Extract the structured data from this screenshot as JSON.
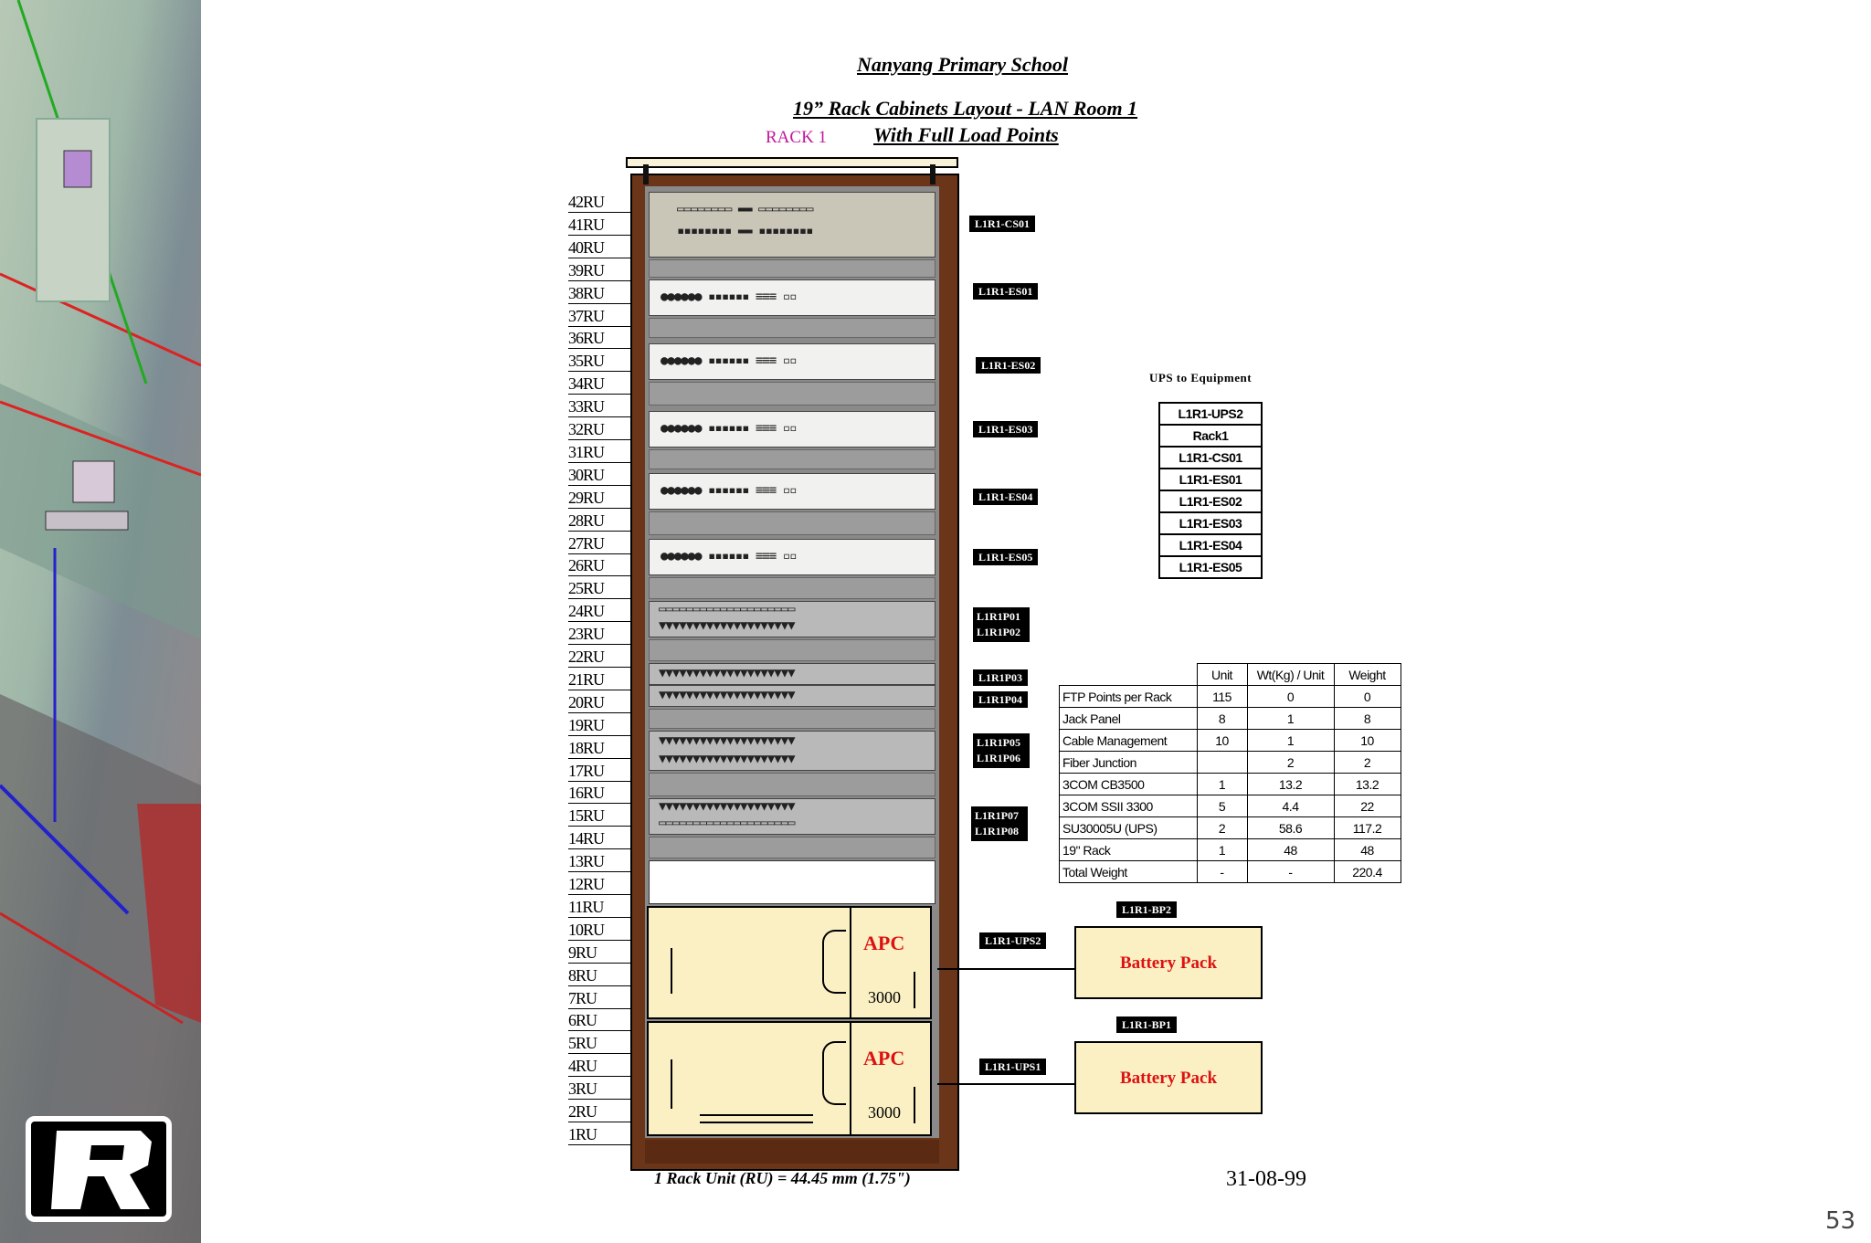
{
  "titles": {
    "school": "Nanyang Primary School",
    "layout": "19” Rack Cabinets Layout - LAN Room 1",
    "subtitle": "With Full Load Points",
    "rack_label": "RACK 1"
  },
  "ru_labels": [
    "42RU",
    "41RU",
    "40RU",
    "39RU",
    "38RU",
    "37RU",
    "36RU",
    "35RU",
    "34RU",
    "33RU",
    "32RU",
    "31RU",
    "30RU",
    "29RU",
    "28RU",
    "27RU",
    "26RU",
    "25RU",
    "24RU",
    "23RU",
    "22RU",
    "21RU",
    "20RU",
    "19RU",
    "18RU",
    "17RU",
    "16RU",
    "15RU",
    "14RU",
    "13RU",
    "12RU",
    "11RU",
    "10RU",
    "9RU",
    "8RU",
    "7RU",
    "6RU",
    "5RU",
    "4RU",
    "3RU",
    "2RU",
    "1RU"
  ],
  "device_tags": {
    "cs01": "L1R1-CS01",
    "es01": "L1R1-ES01",
    "es02": "L1R1-ES02",
    "es03": "L1R1-ES03",
    "es04": "L1R1-ES04",
    "es05": "L1R1-ES05",
    "p01_02": "L1R1P01\nL1R1P02",
    "p03": "L1R1P03",
    "p04": "L1R1P04",
    "p05_06": "L1R1P05\nL1R1P06",
    "p07_08": "L1R1P07\nL1R1P08",
    "ups2": "L1R1-UPS2",
    "ups1": "L1R1-UPS1",
    "bp2": "L1R1-BP2",
    "bp1": "L1R1-BP1"
  },
  "ups_units": [
    {
      "brand": "APC",
      "model": "3000"
    },
    {
      "brand": "APC",
      "model": "3000"
    }
  ],
  "battery": {
    "label": "Battery Pack"
  },
  "ups_table": {
    "heading": "UPS to Equipment",
    "rows": [
      "L1R1-UPS2",
      "Rack1",
      "L1R1-CS01",
      "L1R1-ES01",
      "L1R1-ES02",
      "L1R1-ES03",
      "L1R1-ES04",
      "L1R1-ES05"
    ]
  },
  "weight_table": {
    "headers": [
      "",
      "Unit",
      "Wt(Kg) / Unit",
      "Weight"
    ],
    "rows": [
      [
        "FTP Points per Rack",
        "115",
        "0",
        "0"
      ],
      [
        "Jack Panel",
        "8",
        "1",
        "8"
      ],
      [
        "Cable Management",
        "10",
        "1",
        "10"
      ],
      [
        "Fiber Junction",
        "",
        "2",
        "2"
      ],
      [
        "3COM CB3500",
        "1",
        "13.2",
        "13.2"
      ],
      [
        "3COM SSII 3300",
        "5",
        "4.4",
        "22"
      ],
      [
        "SU30005U (UPS)",
        "2",
        "58.6",
        "117.2"
      ],
      [
        "19\" Rack",
        "1",
        "48",
        "48"
      ],
      [
        "Total Weight",
        "-",
        "-",
        "220.4"
      ]
    ]
  },
  "footer": {
    "ru_note": "1 Rack Unit (RU) = 44.45 mm (1.75\")",
    "date": "31-08-99",
    "page": "53"
  },
  "colors": {
    "rack_frame": "#6a3519",
    "ups_fill": "#fbf0c4",
    "apc_red": "#dd1111",
    "rack_label": "#c2189a"
  }
}
